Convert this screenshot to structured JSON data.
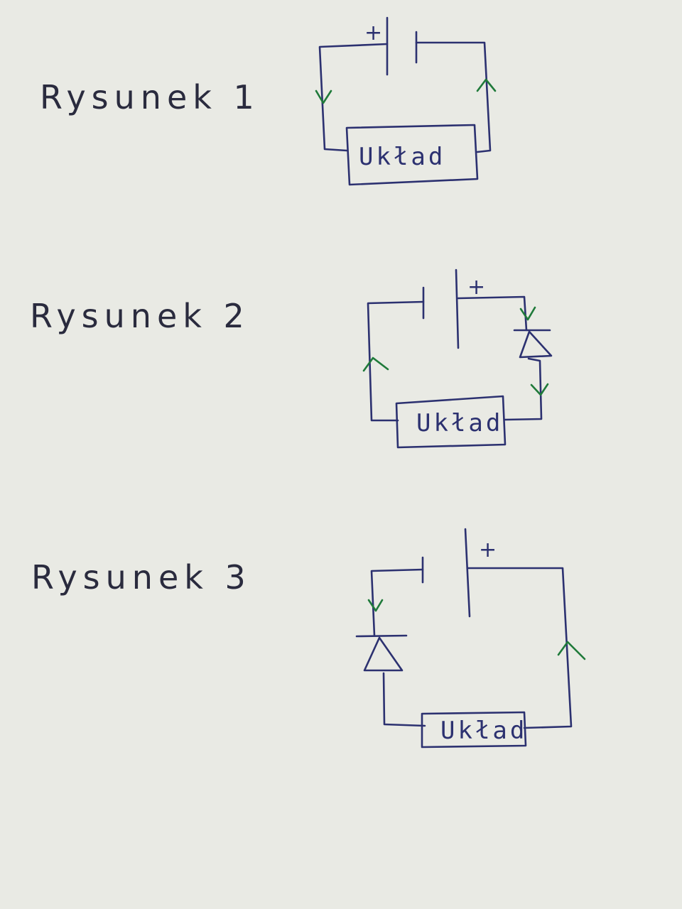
{
  "figures": [
    {
      "label": "Rysunek 1",
      "box_label": "Układ",
      "plus": "+"
    },
    {
      "label": "Rysunek 2",
      "box_label": "Układ",
      "plus": "+"
    },
    {
      "label": "Rysunek 3",
      "box_label": "Układ",
      "plus": "+"
    }
  ],
  "colors": {
    "paper": "#e9eae4",
    "ink": "#2c3170",
    "arrow": "#1f7a3a"
  }
}
